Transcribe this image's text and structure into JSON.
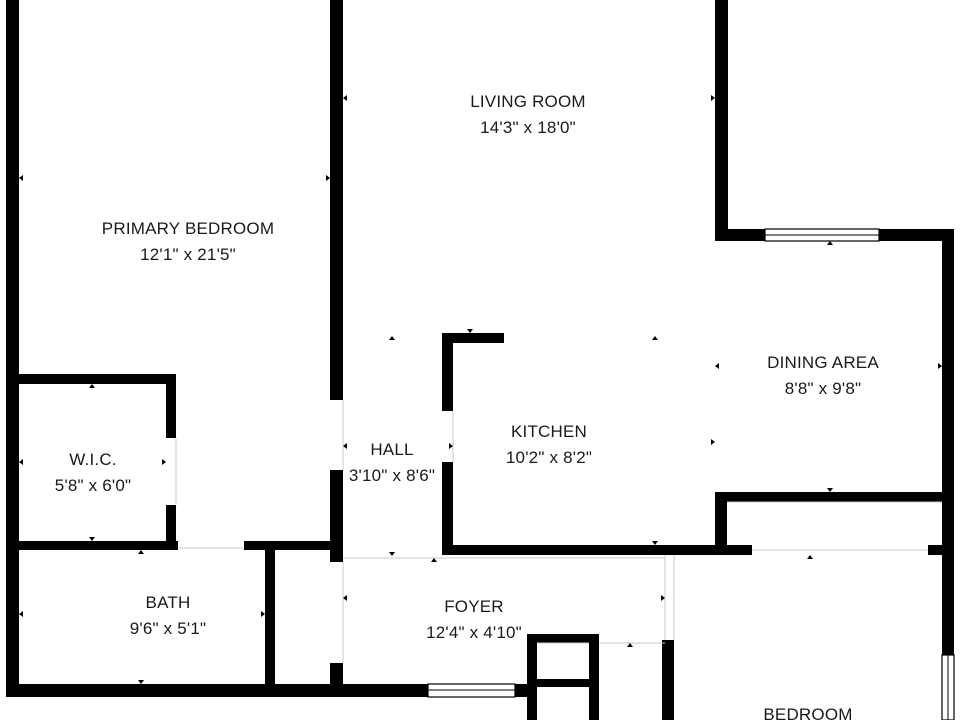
{
  "plan": {
    "rooms": [
      {
        "id": "living-room",
        "name": "LIVING ROOM",
        "dimensions": "14'3\" x 18'0\""
      },
      {
        "id": "primary-bedroom",
        "name": "PRIMARY BEDROOM",
        "dimensions": "12'1\" x 21'5\""
      },
      {
        "id": "dining-area",
        "name": "DINING AREA",
        "dimensions": "8'8\" x 9'8\""
      },
      {
        "id": "wic",
        "name": "W.I.C.",
        "dimensions": "5'8\" x 6'0\""
      },
      {
        "id": "hall",
        "name": "HALL",
        "dimensions": "3'10\" x 8'6\""
      },
      {
        "id": "kitchen",
        "name": "KITCHEN",
        "dimensions": "10'2\" x 8'2\""
      },
      {
        "id": "bath",
        "name": "BATH",
        "dimensions": "9'6\" x 5'1\""
      },
      {
        "id": "foyer",
        "name": "FOYER",
        "dimensions": "12'4\" x 4'10\""
      },
      {
        "id": "bedroom",
        "name": "BEDROOM",
        "dimensions": ""
      }
    ],
    "colors": {
      "wall": "#000000",
      "background": "#ffffff",
      "text": "#1a1a1a"
    }
  }
}
